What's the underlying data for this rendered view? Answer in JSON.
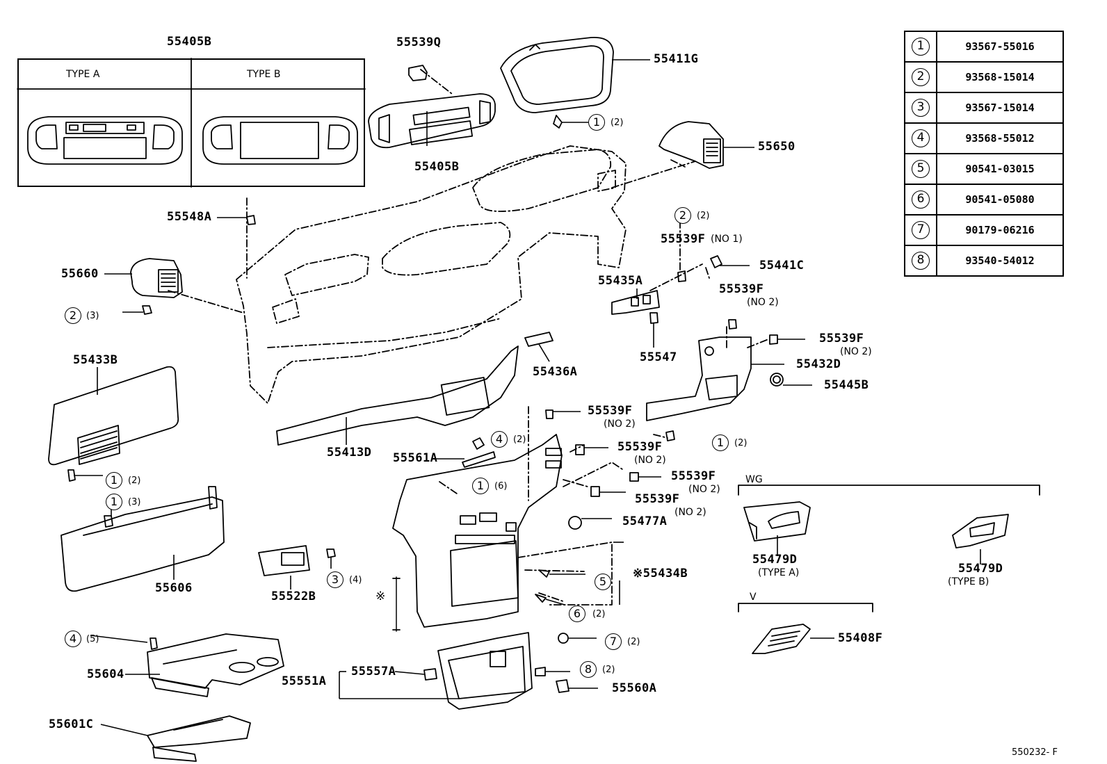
{
  "footer_code": "550232- F",
  "type_box": {
    "title": "55405B",
    "type_a": "TYPE  A",
    "type_b": "TYPE  B"
  },
  "reference_table": [
    {
      "num": "1",
      "part": "93567-55016"
    },
    {
      "num": "2",
      "part": "93568-15014"
    },
    {
      "num": "3",
      "part": "93567-15014"
    },
    {
      "num": "4",
      "part": "93568-55012"
    },
    {
      "num": "5",
      "part": "90541-03015"
    },
    {
      "num": "6",
      "part": "90541-05080"
    },
    {
      "num": "7",
      "part": "90179-06216"
    },
    {
      "num": "8",
      "part": "93540-54012"
    }
  ],
  "sections": {
    "wg": "WG",
    "v": "V"
  },
  "parts": {
    "p55539Q": "55539Q",
    "p55405B": "55405B",
    "p55411G": "55411G",
    "p55650": "55650",
    "p55548A": "55548A",
    "p55660": "55660",
    "p55539F_a": "55539F",
    "p55441C": "55441C",
    "p55435A": "55435A",
    "p55539F_b": "55539F",
    "p55547": "55547",
    "p55539F_c": "55539F",
    "p55432D": "55432D",
    "p55433B": "55433B",
    "p55436A": "55436A",
    "p55445B": "55445B",
    "p55413D": "55413D",
    "p55539F_d": "55539F",
    "p55561A": "55561A",
    "p55539F_e": "55539F",
    "p55539F_f": "55539F",
    "p55539F_g": "55539F",
    "p55477A": "55477A",
    "p55606": "55606",
    "p55522B": "55522B",
    "p55434B": "※55434B",
    "p55479D_a": "55479D",
    "p55479D_b": "55479D",
    "p55408F": "55408F",
    "p55604": "55604",
    "p55551A": "55551A",
    "p55557A": "55557A",
    "p55560A": "55560A",
    "p55601C": "55601C"
  },
  "notes": {
    "no1": "(NO 1)",
    "no2": "(NO 2)",
    "type_a": "(TYPE  A)",
    "type_b": "(TYPE  B)",
    "mark": "※"
  },
  "callouts": [
    {
      "id": "c1",
      "num": "1",
      "qty": "(2)"
    },
    {
      "id": "c2",
      "num": "2",
      "qty": "(2)"
    },
    {
      "id": "c3",
      "num": "2",
      "qty": "(3)"
    },
    {
      "id": "c4",
      "num": "4",
      "qty": "(2)"
    },
    {
      "id": "c5",
      "num": "1",
      "qty": "(2)"
    },
    {
      "id": "c6",
      "num": "1",
      "qty": "(2)"
    },
    {
      "id": "c7",
      "num": "1",
      "qty": "(6)"
    },
    {
      "id": "c8",
      "num": "1",
      "qty": "(3)"
    },
    {
      "id": "c9",
      "num": "3",
      "qty": "(4)"
    },
    {
      "id": "c10",
      "num": "5",
      "qty": ""
    },
    {
      "id": "c11",
      "num": "6",
      "qty": "(2)"
    },
    {
      "id": "c12",
      "num": "7",
      "qty": "(2)"
    },
    {
      "id": "c13",
      "num": "4",
      "qty": "(5)"
    },
    {
      "id": "c14",
      "num": "8",
      "qty": "(2)"
    }
  ]
}
